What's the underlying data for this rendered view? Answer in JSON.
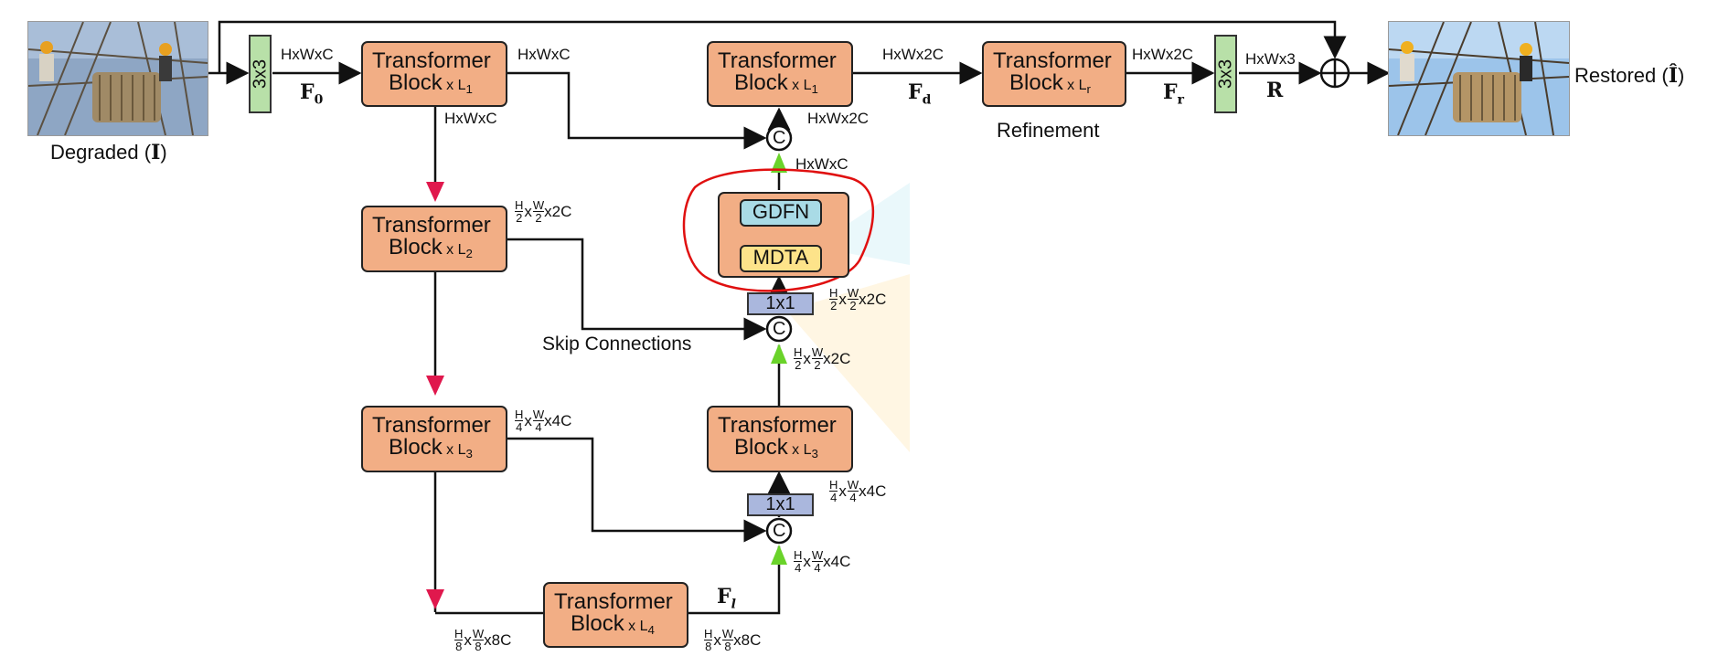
{
  "figure": {
    "input_label": "Degraded (",
    "input_symbol": "I",
    "input_close": ")",
    "output_label": "Restored (",
    "output_symbol": "Î",
    "output_close": ")",
    "refinement_label": "Refinement",
    "skip_label": "Skip Connections"
  },
  "blocks": {
    "enc1": {
      "line1": "Transformer",
      "line2": "Block",
      "sub": "x L",
      "subidx": "1"
    },
    "enc2": {
      "line1": "Transformer",
      "line2": "Block",
      "sub": "x L",
      "subidx": "2"
    },
    "enc3": {
      "line1": "Transformer",
      "line2": "Block",
      "sub": "x L",
      "subidx": "3"
    },
    "latent": {
      "line1": "Transformer",
      "line2": "Block",
      "sub": "x L",
      "subidx": "4"
    },
    "dec3": {
      "line1": "Transformer",
      "line2": "Block",
      "sub": "x L",
      "subidx": "3"
    },
    "dec1": {
      "line1": "Transformer",
      "line2": "Block",
      "sub": "x L",
      "subidx": "1"
    },
    "refine": {
      "line1": "Transformer",
      "line2": "Block",
      "sub": "x L",
      "subidx": "r"
    }
  },
  "convs": {
    "in3x3": "3x3",
    "out3x3": "3x3",
    "c1x1_top": "1x1",
    "c1x1_mid": "1x1"
  },
  "detail": {
    "gdfn": "GDFN",
    "mdta": "MDTA"
  },
  "symbols": {
    "F0": "F",
    "F0_sub": "0",
    "Fd": "F",
    "Fd_sub": "d",
    "Fr": "F",
    "Fr_sub": "r",
    "R": "R",
    "Fl": "F",
    "Fl_sub": "l",
    "concat": "C",
    "add": "+"
  },
  "dims": {
    "hwc_a": "HxWxC",
    "hwc_b": "HxWxC",
    "hwc_c": "HxWxC",
    "hwc_d": "HxWxC",
    "hw2c_a": "HxWx2C",
    "hw2c_b": "HxWx2C",
    "hw2c_c": "HxWx2C",
    "hw3": "HxWx3",
    "h2": "H",
    "w2": "W",
    "d2": "2",
    "x2c": "x2C",
    "h4": "H",
    "w4": "W",
    "d4": "4",
    "x4c": "x4C",
    "h8": "H",
    "w8": "W",
    "d8": "8",
    "x8c": "x8C"
  },
  "colors": {
    "block_fill": "#f2ae85",
    "conv3_fill": "#b8e0a8",
    "conv1_fill": "#aab7dd",
    "gdfn_fill": "#a9dbe6",
    "mdta_fill": "#fde38a",
    "down_arrow": "#e0184d",
    "up_arrow": "#6ad32a",
    "highlight": "#e01010"
  }
}
